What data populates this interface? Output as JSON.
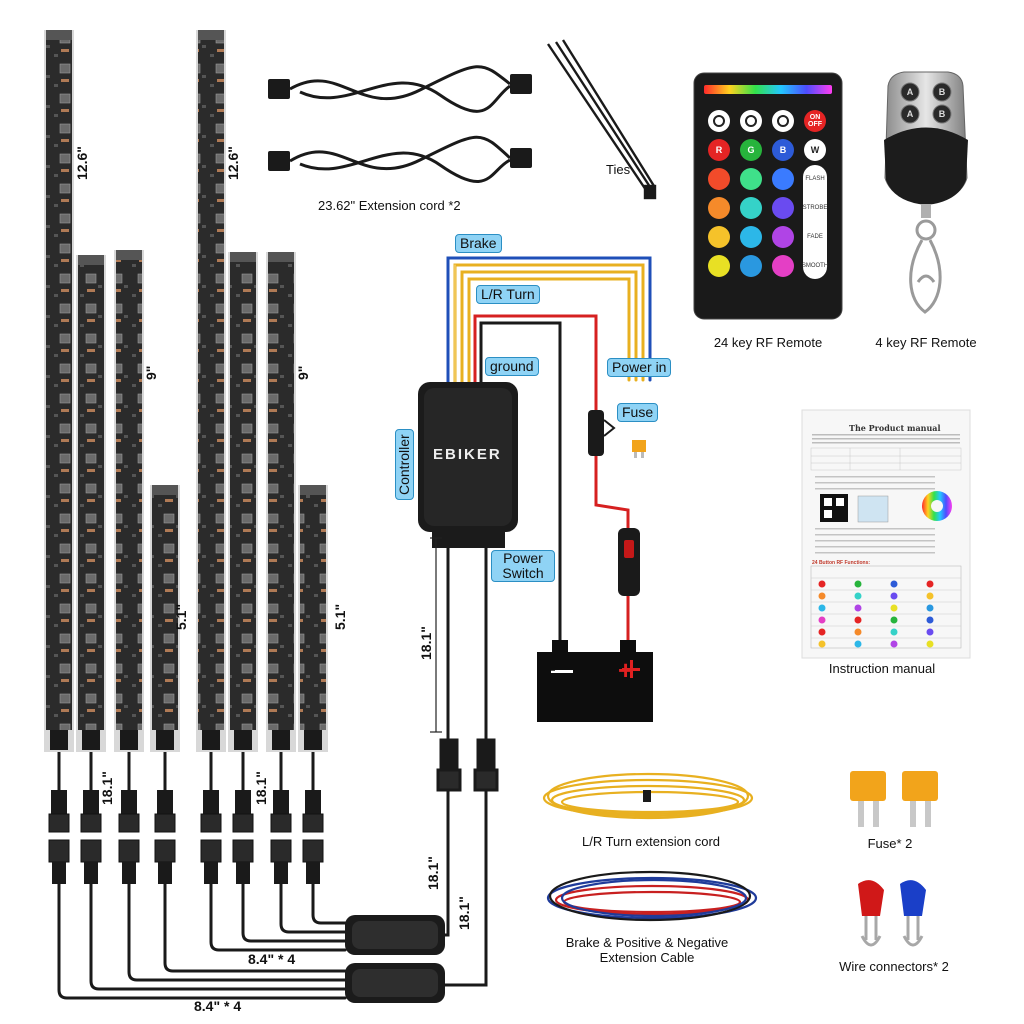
{
  "strips": {
    "lengths": {
      "long": "12.6\"",
      "mid": "9\"",
      "short": "5.1\""
    }
  },
  "cords": {
    "extension": "23.62\" Extension cord *2",
    "ties": "Ties"
  },
  "remotes": {
    "rf24": "24 key RF Remote",
    "rf4": "4 key RF Remote",
    "keys": {
      "on_off": "ON OFF",
      "r": "R",
      "g": "G",
      "b": "B",
      "w": "W",
      "flash": "FLASH",
      "strobe": "STROBE",
      "fade": "FADE",
      "smooth": "SMOOTH"
    },
    "fob_keys": [
      "A",
      "B",
      "A",
      "B"
    ]
  },
  "wiring": {
    "brake": "Brake",
    "turn": "L/R Turn",
    "ground": "ground",
    "power_in": "Power in",
    "fuse": "Fuse",
    "controller": "Controller",
    "brand": "EBIKER",
    "power_switch": "Power Switch",
    "battery_neg": "—",
    "battery_pos": "+"
  },
  "dimensions": {
    "d18_1": "18.1\"",
    "d8_4_x4": "8.4\" * 4"
  },
  "manual": {
    "caption": "Instruction manual",
    "title": "The Product manual",
    "sub": "24 Button RF Functions:"
  },
  "accessories": {
    "turn_cord": "L/R Turn extension cord",
    "brake_cable_line1": "Brake & Positive & Negative",
    "brake_cable_line2": "Extension Cable",
    "fuse": "Fuse* 2",
    "connectors": "Wire connectors* 2"
  },
  "colors": {
    "strip": "#2a2a2a",
    "tag_bg": "#8fd3f5",
    "wire_blue": "#1f4fb8",
    "wire_yellow": "#e8b020",
    "wire_red": "#d62020",
    "fuse": "#f2a41b"
  }
}
